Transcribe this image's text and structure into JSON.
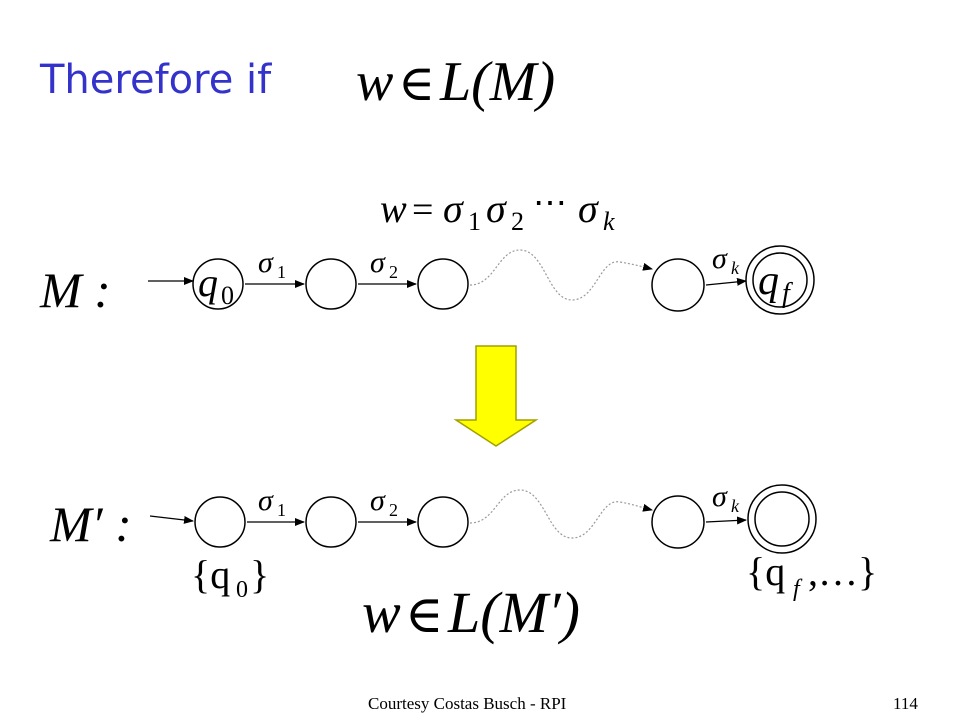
{
  "heading": {
    "prefix": "Therefore if",
    "w": "w",
    "in": "∈",
    "lang": "L(M)"
  },
  "word": {
    "w": "w",
    "eq": "=",
    "s1": "σ",
    "s1_sub": "1",
    "s2": "σ",
    "s2_sub": "2",
    "dots": "⋯",
    "sk": "σ",
    "sk_sub": "k"
  },
  "machine_m": {
    "name": "M :",
    "start_state": "q",
    "start_sub": "0",
    "final_state": "q",
    "final_sub": "f",
    "edge1": "σ",
    "edge1_sub": "1",
    "edge2": "σ",
    "edge2_sub": "2",
    "edgek": "σ",
    "edgek_sub": "k"
  },
  "machine_m_prime": {
    "name": "M′ :",
    "start_set": "{q",
    "start_set_sub": "0",
    "start_set_close": "}",
    "final_set": "{q",
    "final_set_sub": "f",
    "final_set_rest": ",…}",
    "edge1": "σ",
    "edge1_sub": "1",
    "edge2": "σ",
    "edge2_sub": "2",
    "edgek": "σ",
    "edgek_sub": "k"
  },
  "conclusion": {
    "w": "w",
    "in": "∈",
    "lang": "L(M′)"
  },
  "colors": {
    "heading": "#3333cc",
    "arrow_fill": "#ffff00",
    "arrow_stroke": "#a0a000"
  },
  "footer": {
    "credit": "Courtesy Costas Busch - RPI",
    "page": "114"
  }
}
